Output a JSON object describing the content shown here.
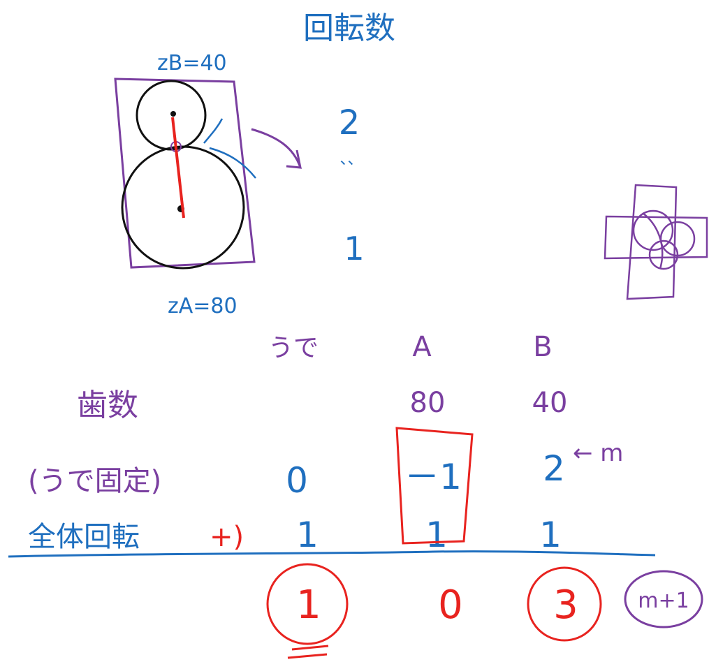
{
  "colors": {
    "blue": "#1f6fbf",
    "purple": "#7a3fa0",
    "red": "#e8231f",
    "black": "#111111"
  },
  "title": "回転数",
  "gear_b_label": "zB=40",
  "gear_a_label": "zA=80",
  "speed_top": "2",
  "speed_marks": "、、",
  "speed_bottom": "1",
  "table": {
    "col_arm": "うで",
    "col_a": "A",
    "col_b": "B",
    "row_teeth": "歯数",
    "teeth_a": "80",
    "teeth_b": "40",
    "row_fixed": "(うで固定)",
    "fixed_arm": "0",
    "fixed_a": "－1",
    "fixed_b": "2",
    "fixed_b_note": "← m",
    "row_whole": "全体回転",
    "plus_mark": "+)",
    "whole_arm": "1",
    "whole_a": "1",
    "whole_b": "1",
    "result_arm": "1",
    "result_a": "0",
    "result_b": "3",
    "result_note": "m+1"
  }
}
